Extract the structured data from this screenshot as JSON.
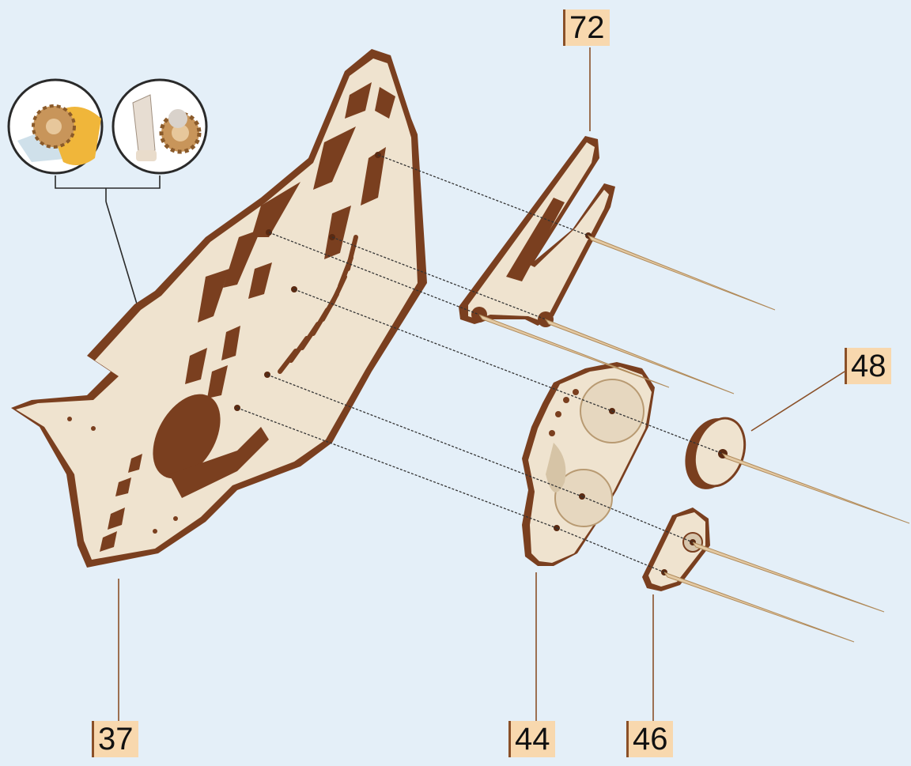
{
  "labels": {
    "part_72": "72",
    "part_48": "48",
    "part_37": "37",
    "part_44": "44",
    "part_46": "46"
  },
  "colors": {
    "background": "#e4eff8",
    "wood_face": "#efe3cf",
    "wood_edge": "#7a3f1f",
    "label_fill": "#f8d8ae",
    "axle": "#e3c9a3"
  },
  "icons": [
    "glue-detail-icon",
    "gear-bushing-detail-icon"
  ]
}
